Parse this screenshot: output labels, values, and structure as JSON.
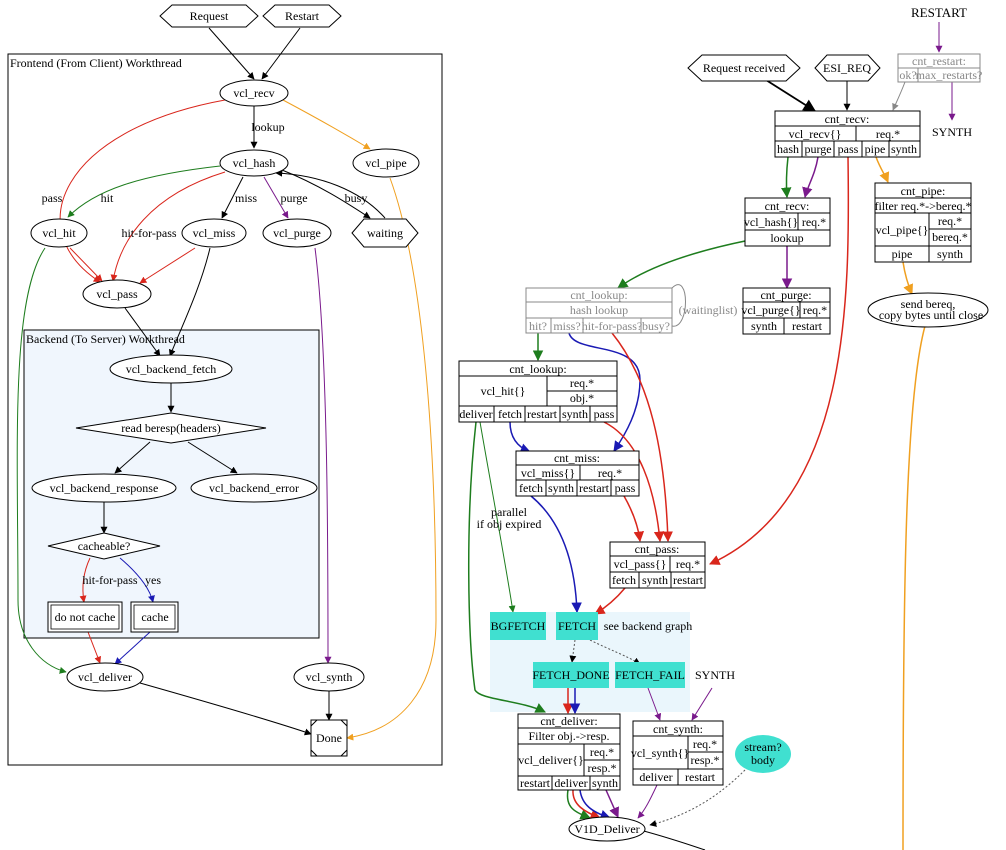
{
  "left": {
    "entry_request": "Request",
    "entry_restart": "Restart",
    "frontend_title": "Frontend (From Client) Workthread",
    "vcl_recv": "vcl_recv",
    "vcl_hash": "vcl_hash",
    "vcl_pipe": "vcl_pipe",
    "vcl_hit": "vcl_hit",
    "vcl_miss": "vcl_miss",
    "vcl_purge": "vcl_purge",
    "waiting": "waiting",
    "vcl_pass": "vcl_pass",
    "backend_title": "Backend (To Server) Workthread",
    "vcl_backend_fetch": "vcl_backend_fetch",
    "read_beresp": "read beresp(headers)",
    "vcl_backend_response": "vcl_backend_response",
    "vcl_backend_error": "vcl_backend_error",
    "cacheable": "cacheable?",
    "do_not_cache": "do not cache",
    "cache": "cache",
    "vcl_deliver": "vcl_deliver",
    "vcl_synth": "vcl_synth",
    "done": "Done",
    "edge_lookup": "lookup",
    "edge_pass": "pass",
    "edge_hit": "hit",
    "edge_hit_for_pass": "hit-for-pass",
    "edge_miss": "miss",
    "edge_purge": "purge",
    "edge_busy": "busy",
    "edge_cache_hfp": "hit-for-pass",
    "edge_cache_yes": "yes"
  },
  "right": {
    "restart_label": "RESTART",
    "cnt_restart": {
      "title": "cnt_restart:",
      "ok": "ok?",
      "max": "max_restarts?"
    },
    "synth_top": "SYNTH",
    "request_received": "Request received",
    "esi_req": "ESI_REQ",
    "cnt_recv": {
      "title": "cnt_recv:",
      "fn": "vcl_recv{}",
      "req": "req.*",
      "hash": "hash",
      "purge": "purge",
      "pass": "pass",
      "pipe": "pipe",
      "synth": "synth"
    },
    "cnt_recv2": {
      "title": "cnt_recv:",
      "fn": "vcl_hash{}",
      "req": "req.*",
      "lookup": "lookup"
    },
    "cnt_pipe": {
      "title": "cnt_pipe:",
      "filter": "filter req.*->bereq.*",
      "fn": "vcl_pipe{}",
      "req": "req.*",
      "bereq": "bereq.*",
      "pipe": "pipe",
      "synth": "synth"
    },
    "send_bereq_1": "send bereq,",
    "send_bereq_2": "copy bytes until close",
    "cnt_lookup": {
      "title": "cnt_lookup:",
      "hash": "hash lookup",
      "hit": "hit?",
      "miss": "miss?",
      "hfp": "hit-for-pass?",
      "busy": "busy?"
    },
    "waitinglist": "(waitinglist)",
    "cnt_purge": {
      "title": "cnt_purge:",
      "fn": "vcl_purge{}",
      "req": "req.*",
      "synth": "synth",
      "restart": "restart"
    },
    "cnt_hit": {
      "title": "cnt_lookup:",
      "fn": "vcl_hit{}",
      "req": "req.*",
      "obj": "obj.*",
      "deliver": "deliver",
      "fetch": "fetch",
      "restart": "restart",
      "synth": "synth",
      "pass": "pass"
    },
    "cnt_miss": {
      "title": "cnt_miss:",
      "fn": "vcl_miss{}",
      "req": "req.*",
      "fetch": "fetch",
      "synth": "synth",
      "restart": "restart",
      "pass": "pass"
    },
    "parallel_1": "parallel",
    "parallel_2": "if obj expired",
    "cnt_pass": {
      "title": "cnt_pass:",
      "fn": "vcl_pass{}",
      "req": "req.*",
      "fetch": "fetch",
      "synth": "synth",
      "restart": "restart"
    },
    "bgfetch": "BGFETCH",
    "fetch": "FETCH",
    "see_backend": "see backend graph",
    "fetch_done": "FETCH_DONE",
    "fetch_fail": "FETCH_FAIL",
    "synth_label": "SYNTH",
    "cnt_deliver": {
      "title": "cnt_deliver:",
      "filter": "Filter obj.->resp.",
      "fn": "vcl_deliver{}",
      "req": "req.*",
      "resp": "resp.*",
      "restart": "restart",
      "deliver": "deliver",
      "synth": "synth"
    },
    "cnt_synth": {
      "title": "cnt_synth:",
      "fn": "vcl_synth{}",
      "req": "req.*",
      "resp": "resp.*",
      "deliver": "deliver",
      "restart": "restart"
    },
    "stream_1": "stream?",
    "stream_2": "body",
    "v1d_deliver": "V1D_Deliver"
  },
  "colors": {
    "red": "#d9261c",
    "green": "#1e7d1e",
    "blue": "#1a1ab4",
    "purple": "#7a1a8c",
    "orange": "#f0a020",
    "turquoise": "#40e0d0",
    "backend_fill": "#f0f6fd",
    "fetch_fill": "#eaf6fc",
    "gray": "#888888"
  }
}
